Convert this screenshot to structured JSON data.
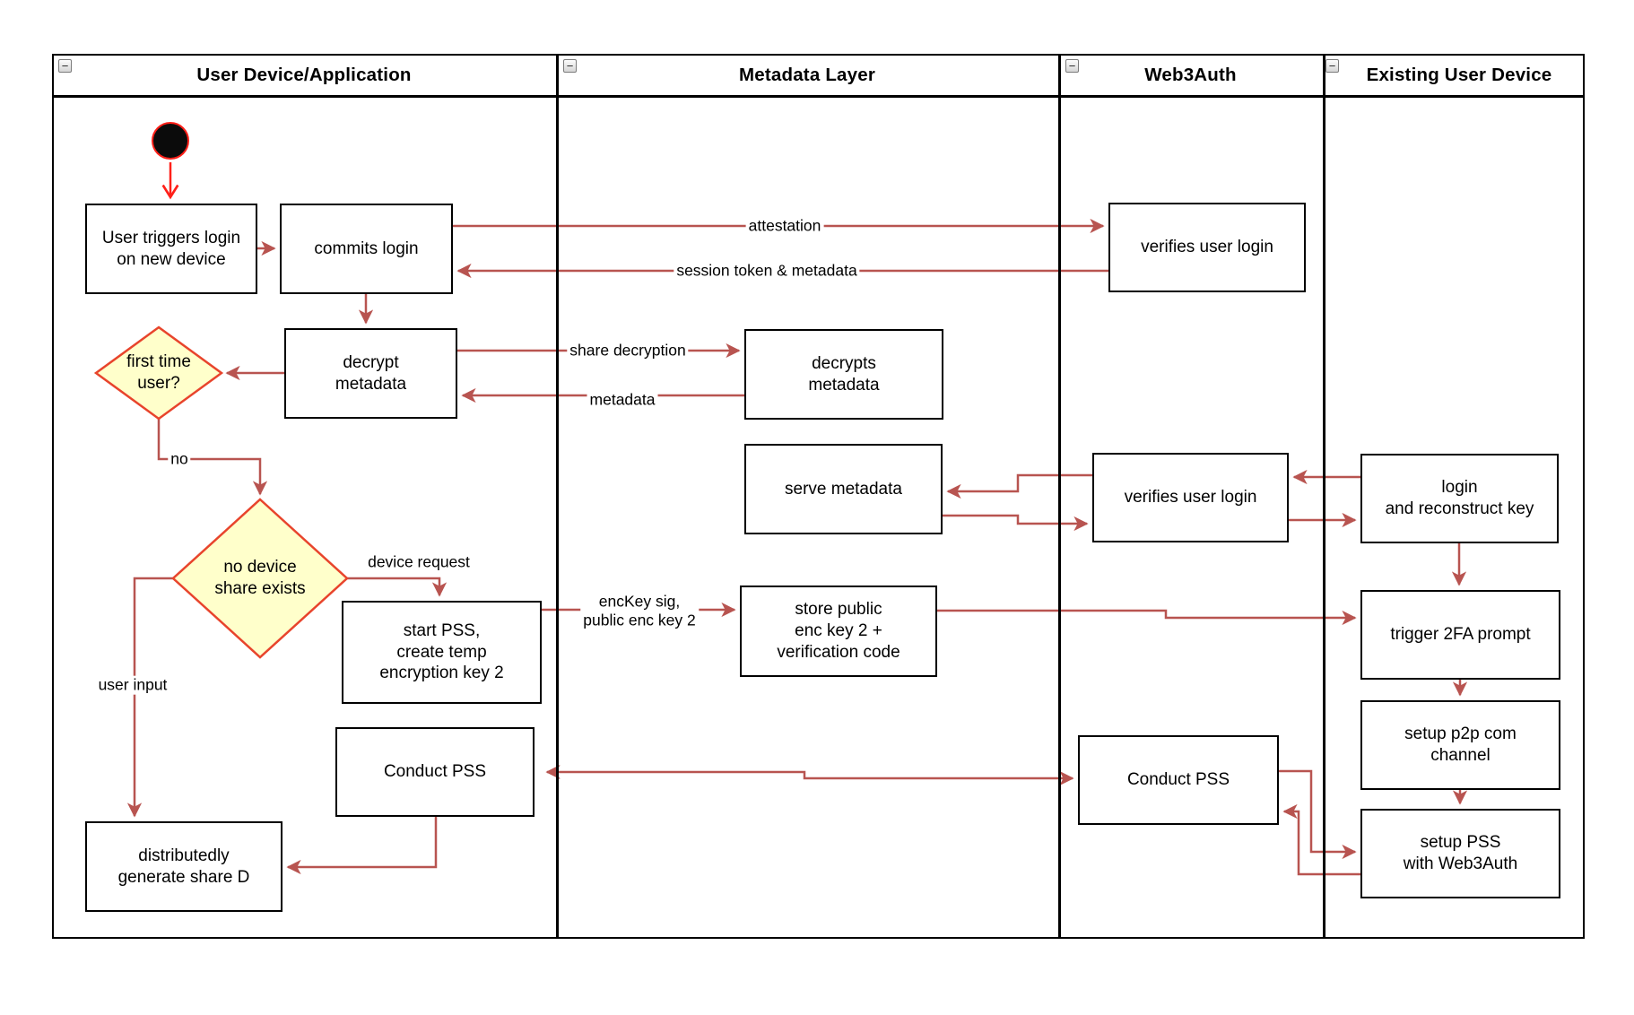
{
  "diagram": {
    "collapse_glyph": "−",
    "colors": {
      "connector": "#b85450",
      "box_stroke": "#000000",
      "box_fill": "#ffffff",
      "diamond_fill": "#ffffcb",
      "diamond_stroke": "#e8442c",
      "start_red": "#ff2019"
    },
    "lanes": [
      {
        "title": "User Device/Application"
      },
      {
        "title": "Metadata Layer"
      },
      {
        "title": "Web3Auth"
      },
      {
        "title": "Existing User Device"
      }
    ],
    "nodes": {
      "user_triggers": "User triggers login\non new device",
      "commits_login": "commits login",
      "decrypt_metadata": "decrypt\nmetadata",
      "first_time_user": "first time\nuser?",
      "no_device_share": "no device\nshare exists",
      "start_pss": "start PSS,\ncreate temp\nencryption key 2",
      "conduct_pss_1": "Conduct PSS",
      "distributedly_generate": "distributedly\ngenerate share D",
      "decrypts_metadata": "decrypts\nmetadata",
      "serve_metadata": "serve metadata",
      "store_public": "store public\nenc key 2 +\nverification code",
      "verifies_user_login_1": "verifies user login",
      "verifies_user_login_2": "verifies user login",
      "conduct_pss_2": "Conduct PSS",
      "login_reconstruct": "login\nand reconstruct key",
      "trigger_2fa": "trigger 2FA prompt",
      "setup_p2p": "setup p2p com\nchannel",
      "setup_pss": "setup PSS\nwith Web3Auth"
    },
    "edge_labels": {
      "attestation": "attestation",
      "session_token": "session token & metadata",
      "share_decryption": "share decryption",
      "metadata": "metadata",
      "no": "no",
      "device_request": "device request",
      "user_input": "user input",
      "enckey": "encKey sig,\npublic enc key 2"
    }
  }
}
